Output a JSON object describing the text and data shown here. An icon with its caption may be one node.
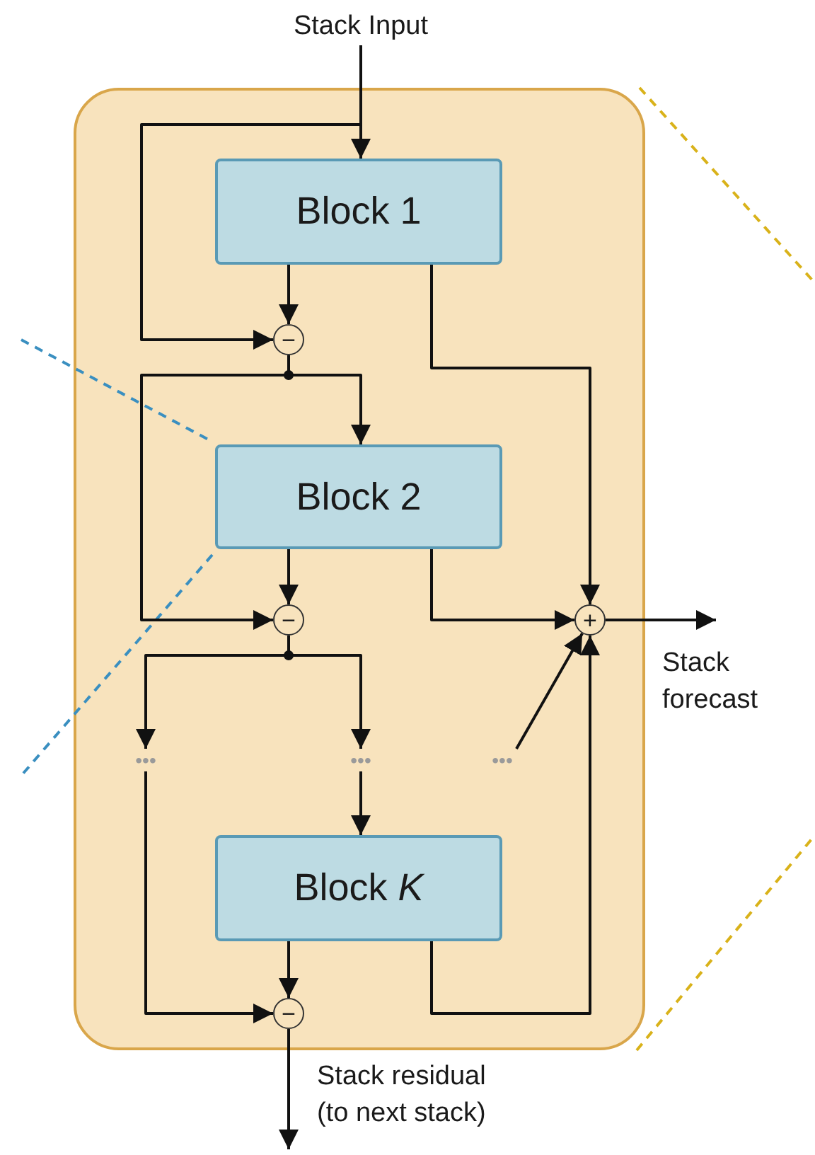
{
  "diagram": {
    "nodes": [
      {
        "text": [],
        "shape": "box"
      },
      {
        "text": [
          "Stack Input"
        ]
      },
      {
        "text": [
          "Block 1"
        ],
        "in": 0
      },
      {
        "text": [
          "−"
        ],
        "in": 0
      },
      {
        "text": [
          "Block 2"
        ],
        "in": 0
      },
      {
        "text": [
          "−"
        ],
        "in": 0
      },
      {
        "text": [
          "•••"
        ],
        "in": 0
      },
      {
        "text": [
          "•••"
        ],
        "in": 0
      },
      {
        "text": [
          "•••"
        ],
        "in": 0
      },
      {
        "text": [
          "Block *K*"
        ],
        "in": 0
      },
      {
        "text": [
          "−"
        ],
        "in": 0
      },
      {
        "text": [
          "+"
        ],
        "in": 0
      }
    ],
    "edges": [
      {
        "from": 1,
        "to": 2,
        "arrow": "to"
      },
      {
        "from": 1,
        "to": 3,
        "arrow": "to"
      },
      {
        "from": 2,
        "to": 3,
        "arrow": "to"
      },
      {
        "from": 3,
        "to": 4,
        "arrow": "to"
      },
      {
        "from": 3,
        "to": 5,
        "arrow": "to"
      },
      {
        "from": 2,
        "to": 11,
        "arrow": "to"
      },
      {
        "from": 4,
        "to": 5,
        "arrow": "to"
      },
      {
        "from": 4,
        "to": 11,
        "arrow": "to"
      },
      {
        "from": 5,
        "to": 6,
        "arrow": "to"
      },
      {
        "from": 5,
        "to": 7,
        "arrow": "to"
      },
      {
        "from": 7,
        "to": 9,
        "arrow": "to"
      },
      {
        "from": 6,
        "to": 10,
        "arrow": "to"
      },
      {
        "from": 8,
        "to": 11,
        "arrow": "to"
      },
      {
        "from": 9,
        "to": 10,
        "arrow": "to"
      },
      {
        "from": 9,
        "to": 11,
        "arrow": "to"
      },
      {
        "from": 11,
        "to": null,
        "arrow": "to",
        "label": "Stack forecast"
      },
      {
        "from": 10,
        "to": null,
        "arrow": "to",
        "label": "Stack residual (to next stack)"
      }
    ]
  }
}
